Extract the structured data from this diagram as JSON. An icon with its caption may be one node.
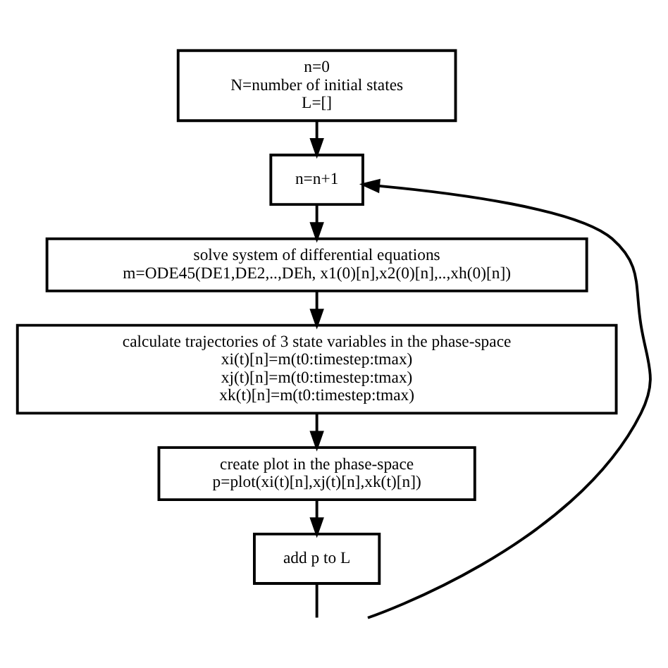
{
  "diagram": {
    "nodes": [
      {
        "text": [
          "n=0",
          "N=number of initial states",
          "L=[]"
        ]
      },
      {
        "text": [
          "n=n+1"
        ]
      },
      {
        "text": [
          "solve system of differential equations",
          "m=ODE45(DE1,DE2,..,DEh, x1(0)[n],x2(0)[n],..,xh(0)[n])"
        ]
      },
      {
        "text": [
          "calculate trajectories of 3 state variables in the phase-space",
          "xi(t)[n]=m(t0:timestep:tmax)",
          "xj(t)[n]=m(t0:timestep:tmax)",
          "xk(t)[n]=m(t0:timestep:tmax)"
        ]
      },
      {
        "text": [
          "create plot in the phase-space",
          "p=plot(xi(t)[n],xj(t)[n],xk(t)[n])"
        ]
      },
      {
        "text": [
          "add p to L"
        ]
      }
    ],
    "edges": [
      {
        "from": 0,
        "to": 1,
        "arrow": "to"
      },
      {
        "from": 1,
        "to": 2,
        "arrow": "to"
      },
      {
        "from": 2,
        "to": 3,
        "arrow": "to"
      },
      {
        "from": 3,
        "to": 4,
        "arrow": "to"
      },
      {
        "from": 4,
        "to": 5,
        "arrow": "to"
      },
      {
        "from": 5,
        "to": null,
        "arrow": "none"
      },
      {
        "from": null,
        "to": 1,
        "arrow": "to"
      }
    ]
  }
}
